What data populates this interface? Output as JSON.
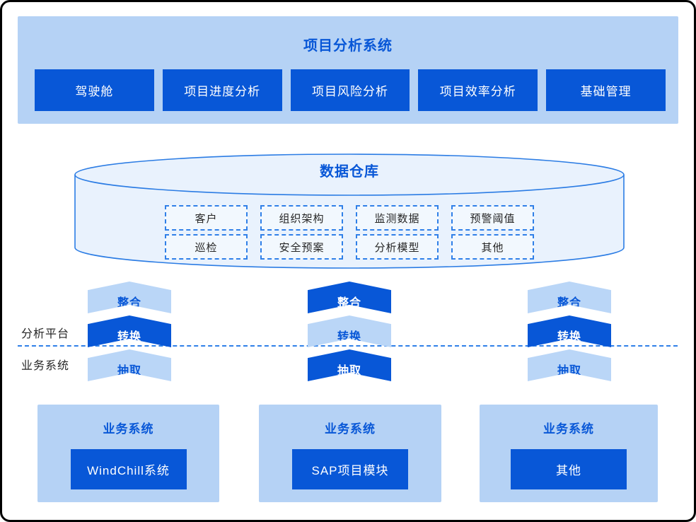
{
  "colors": {
    "accent_blue": "#0857d7",
    "panel_light_blue": "#b5d2f5",
    "chevron_light_blue": "#bad6f7",
    "cylinder_fill": "#e9f2fd",
    "cylinder_border": "#2b7ce4",
    "dark_text": "#262626",
    "frame_border": "#000000"
  },
  "top_panel": {
    "title": "项目分析系统",
    "modules": [
      "驾驶舱",
      "项目进度分析",
      "项目风险分析",
      "项目效率分析",
      "基础管理"
    ]
  },
  "warehouse": {
    "title": "数据仓库",
    "items": [
      [
        "客户",
        "组织架构",
        "监测数据",
        "预警阈值"
      ],
      [
        "巡检",
        "安全预案",
        "分析模型",
        "其他"
      ]
    ]
  },
  "etl": {
    "left_labels": [
      "分析平台",
      "业务系统"
    ],
    "columns": [
      {
        "steps": [
          {
            "label": "整合",
            "style": "light"
          },
          {
            "label": "转换",
            "style": "dark"
          },
          {
            "label": "抽取",
            "style": "light"
          }
        ]
      },
      {
        "steps": [
          {
            "label": "整合",
            "style": "dark"
          },
          {
            "label": "转换",
            "style": "light"
          },
          {
            "label": "抽取",
            "style": "dark"
          }
        ]
      },
      {
        "steps": [
          {
            "label": "整合",
            "style": "light"
          },
          {
            "label": "转换",
            "style": "dark"
          },
          {
            "label": "抽取",
            "style": "light"
          }
        ]
      }
    ]
  },
  "bottom": {
    "boxes": [
      {
        "title": "业务系统",
        "system": "WindChill系统"
      },
      {
        "title": "业务系统",
        "system": "SAP项目模块"
      },
      {
        "title": "业务系统",
        "system": "其他"
      }
    ]
  }
}
